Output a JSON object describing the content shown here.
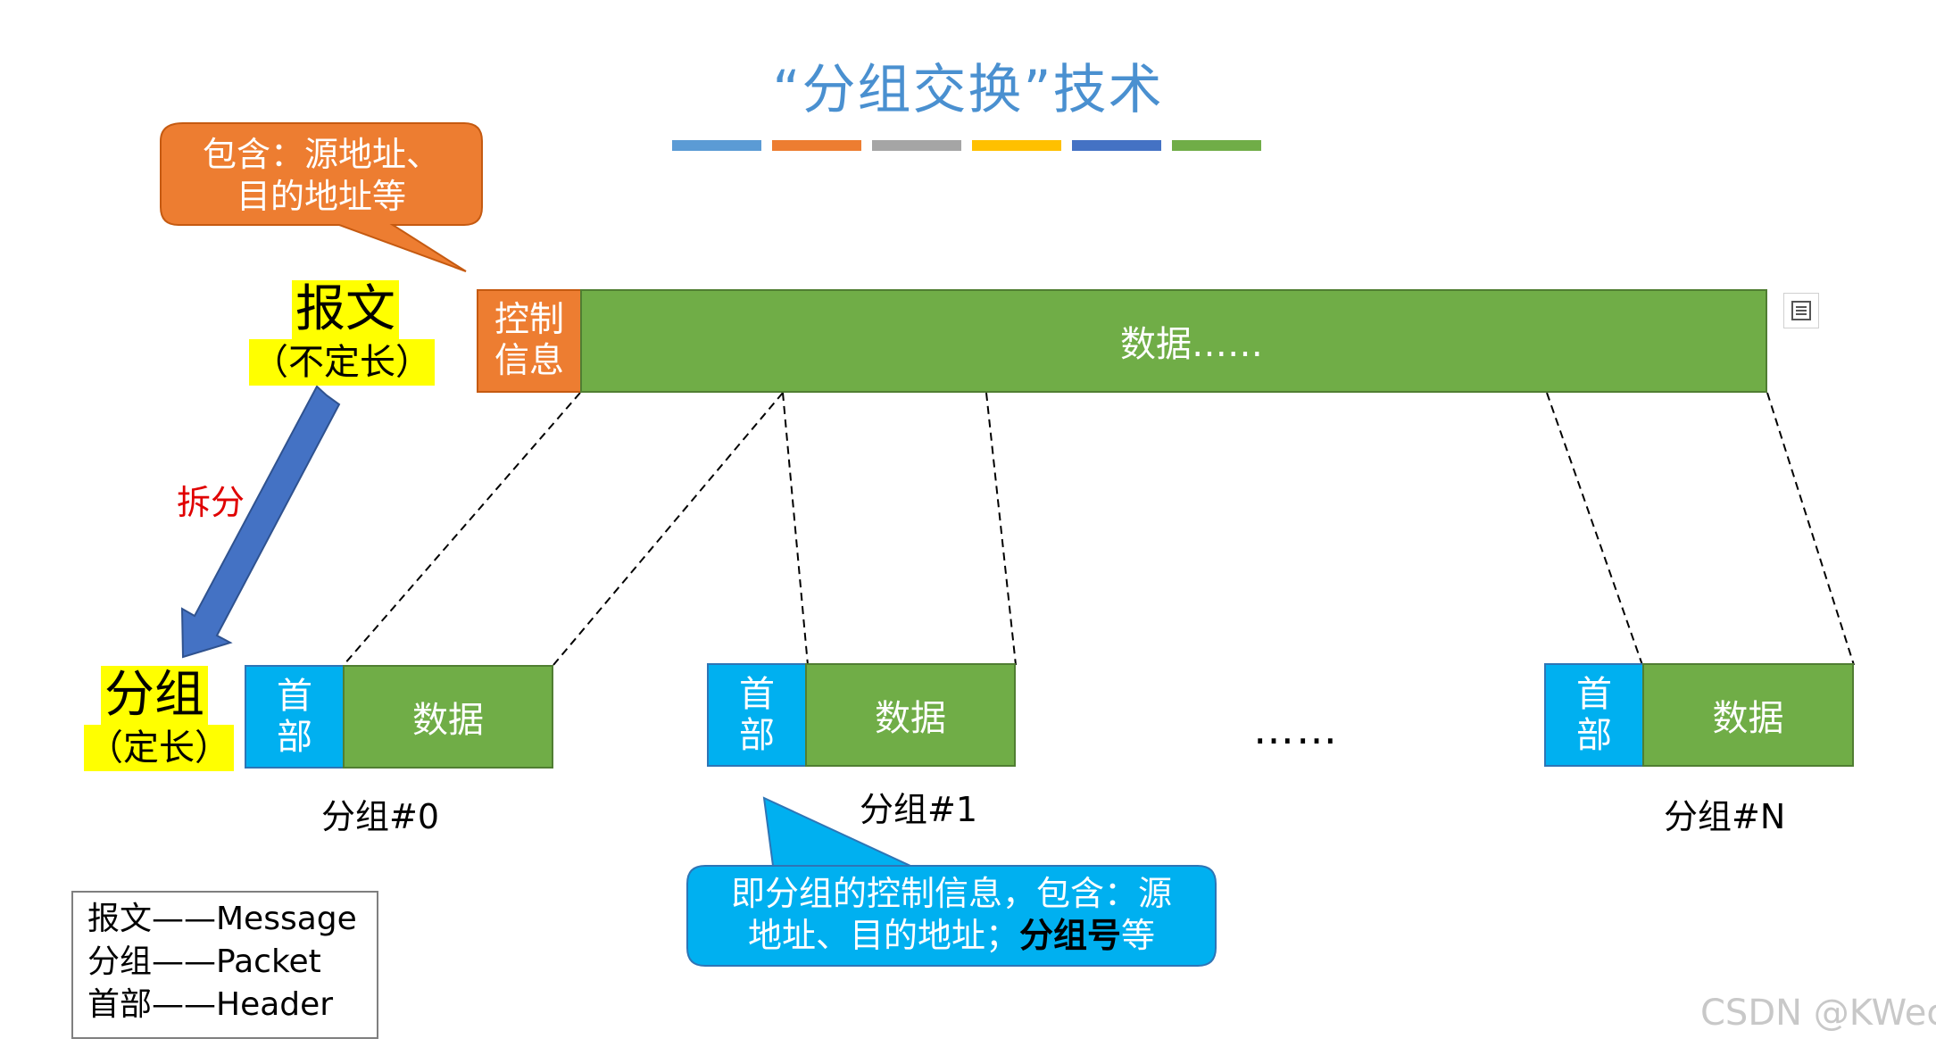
{
  "title": "“分组交换”技术",
  "title_bar_colors": [
    "#5b9bd5",
    "#ed7d31",
    "#a5a5a5",
    "#ffc000",
    "#4472c4",
    "#70ad47"
  ],
  "callout_top": {
    "line1": "包含：源地址、",
    "line2": "目的地址等"
  },
  "message": {
    "label": "报文",
    "sub": "（不定长）"
  },
  "split_label": "拆分",
  "packet_label": {
    "label": "分组",
    "sub": "（定长）"
  },
  "message_bar": {
    "ctrl_line1": "控制",
    "ctrl_line2": "信息",
    "data_label": "数据……"
  },
  "packets": [
    {
      "header_line1": "首",
      "header_line2": "部",
      "data": "数据",
      "caption": "分组#0"
    },
    {
      "header_line1": "首",
      "header_line2": "部",
      "data": "数据",
      "caption": "分组#1"
    },
    {
      "header_line1": "首",
      "header_line2": "部",
      "data": "数据",
      "caption": "分组#N"
    }
  ],
  "ellipsis": "……",
  "callout_bottom": {
    "line1": "即分组的控制信息，包含：源",
    "line2_a": "地址、目的地址；",
    "line2_bold": "分组号",
    "line2_b": "等"
  },
  "legend": [
    "报文——Message",
    "分组——Packet",
    "首部——Header"
  ],
  "watermark": "CSDN @KWec"
}
